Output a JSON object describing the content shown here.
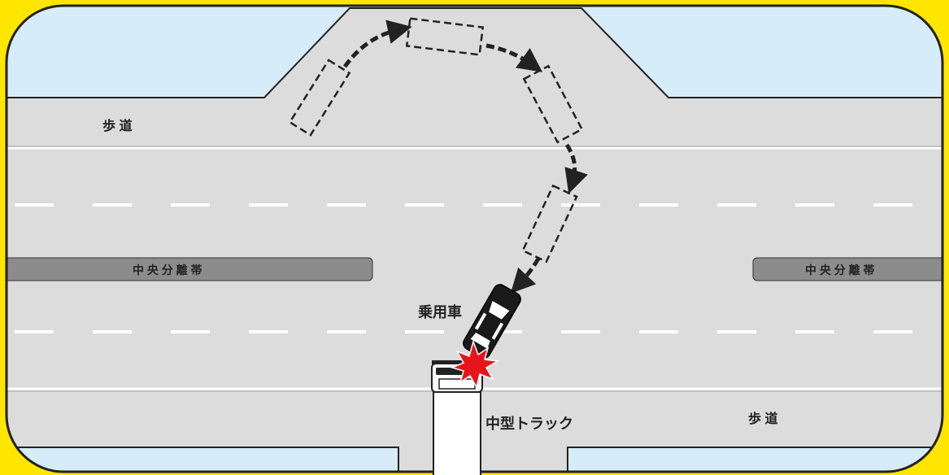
{
  "labels": {
    "sidewalk_top": "歩 道",
    "sidewalk_bottom": "歩 道",
    "median_left": "中 央 分 離 帯",
    "median_right": "中 央 分 離 帯",
    "car": "乗用車",
    "truck": "中型トラック"
  },
  "colors": {
    "frame": "#ffe600",
    "outline": "#222222",
    "sky": "#d6ecf8",
    "road": "#dcdcdc",
    "median": "#8c8c8c",
    "lane_mark": "#ffffff",
    "impact": "#e8141c"
  }
}
